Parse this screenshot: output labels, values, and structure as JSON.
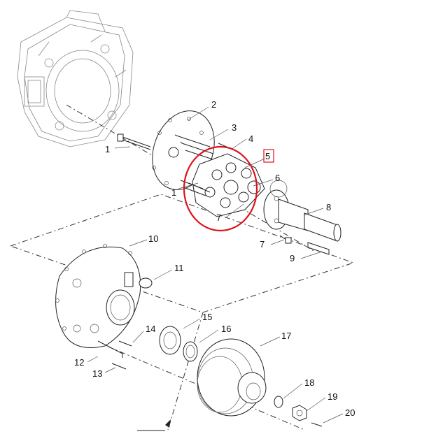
{
  "callouts": [
    {
      "id": "1a",
      "label": "1"
    },
    {
      "id": "1b",
      "label": "1"
    },
    {
      "id": "2",
      "label": "2"
    },
    {
      "id": "3",
      "label": "3"
    },
    {
      "id": "4",
      "label": "4"
    },
    {
      "id": "5",
      "label": "5"
    },
    {
      "id": "6",
      "label": "6"
    },
    {
      "id": "7a",
      "label": "7"
    },
    {
      "id": "7b",
      "label": "7"
    },
    {
      "id": "8",
      "label": "8"
    },
    {
      "id": "9",
      "label": "9"
    },
    {
      "id": "10",
      "label": "10"
    },
    {
      "id": "11",
      "label": "11"
    },
    {
      "id": "12",
      "label": "12"
    },
    {
      "id": "13",
      "label": "13"
    },
    {
      "id": "14",
      "label": "14"
    },
    {
      "id": "15",
      "label": "15"
    },
    {
      "id": "16",
      "label": "16"
    },
    {
      "id": "17",
      "label": "17"
    },
    {
      "id": "18",
      "label": "18"
    },
    {
      "id": "19",
      "label": "19"
    },
    {
      "id": "20",
      "label": "20"
    }
  ],
  "highlight": {
    "callout": "5",
    "color": "#e0101a"
  }
}
